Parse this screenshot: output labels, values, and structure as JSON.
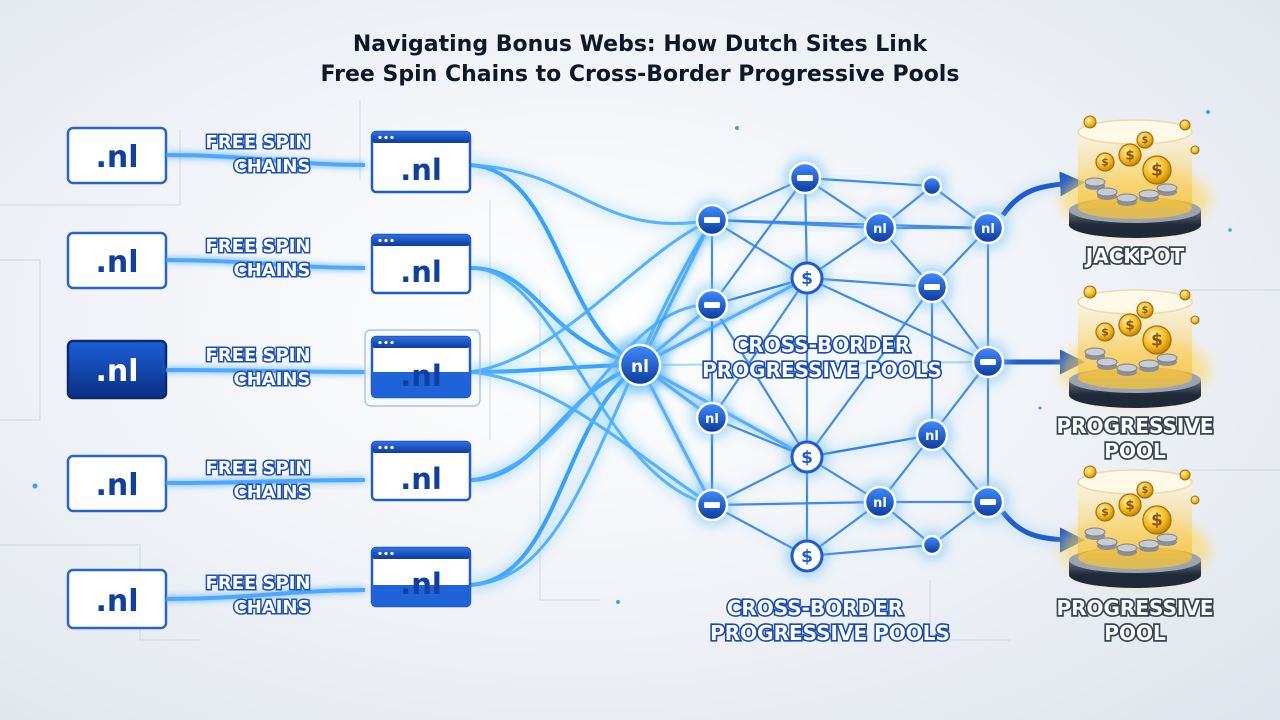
{
  "title": {
    "line1": "Navigating Bonus Webs: How Dutch Sites Link",
    "line2": "Free Spin Chains to Cross-Border Progressive Pools"
  },
  "colors": {
    "primary": "#1e5bd0",
    "navy": "#0b2f7a",
    "glow": "#2aa8ff",
    "gold": "#f2b81b"
  },
  "sites": [
    {
      "label": ".nl",
      "highlighted": false
    },
    {
      "label": ".nl",
      "highlighted": false
    },
    {
      "label": ".nl",
      "highlighted": true
    },
    {
      "label": ".nl",
      "highlighted": false
    },
    {
      "label": ".nl",
      "highlighted": false
    }
  ],
  "chain_labels": [
    {
      "line1": "FREE SPIN",
      "line2": "CHAINS"
    },
    {
      "line1": "FREE SPIN",
      "line2": "CHAINS"
    },
    {
      "line1": "FREE SPIN",
      "line2": "CHAINS"
    },
    {
      "line1": "FREE SPIN",
      "line2": "CHAINS"
    },
    {
      "line1": "FREE SPIN",
      "line2": "CHAINS"
    }
  ],
  "windows": [
    {
      "label": ".nl"
    },
    {
      "label": ".nl"
    },
    {
      "label": ".nl"
    },
    {
      "label": ".nl"
    },
    {
      "label": ".nl"
    }
  ],
  "hub": {
    "label": "nl"
  },
  "node_symbols": {
    "nl": "nl",
    "dollar": "$"
  },
  "network_label_center": {
    "line1": "CROSS-BORDER",
    "line2": "PROGRESSIVE POOLS"
  },
  "network_label_bottom": {
    "line1": "CROSS-BORDER",
    "line2": "PROGRESSIVE POOLS"
  },
  "pools": [
    {
      "line1": "JACKPOT",
      "line2": ""
    },
    {
      "line1": "PROGRESSIVE",
      "line2": "POOL"
    },
    {
      "line1": "PROGRESSIVE",
      "line2": "POOL"
    }
  ]
}
